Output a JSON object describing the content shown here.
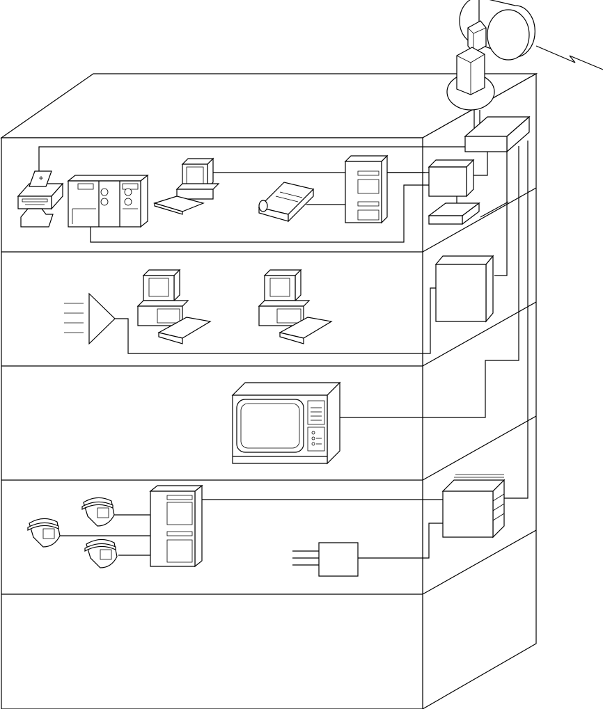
{
  "diagram": {
    "type": "building-network-illustration",
    "floors": [
      {
        "level": 5,
        "devices": [
          "fax-machine",
          "mainframe-cabinets",
          "desktop-computer",
          "multi-line-phone",
          "tower-server",
          "terminal-with-keyboard",
          "network-hub"
        ]
      },
      {
        "level": 4,
        "devices": [
          "amplifier-triangle",
          "desktop-computer",
          "desktop-computer",
          "server-cabinet"
        ]
      },
      {
        "level": 3,
        "devices": [
          "television-monitor"
        ]
      },
      {
        "level": 2,
        "devices": [
          "telephone",
          "telephone",
          "telephone",
          "tower-pbx",
          "junction-box",
          "rack-switch"
        ]
      },
      {
        "level": 1,
        "devices": []
      }
    ],
    "roof": [
      "satellite-dish",
      "antenna-mast"
    ],
    "wireless_link": "lightning-bolt"
  }
}
